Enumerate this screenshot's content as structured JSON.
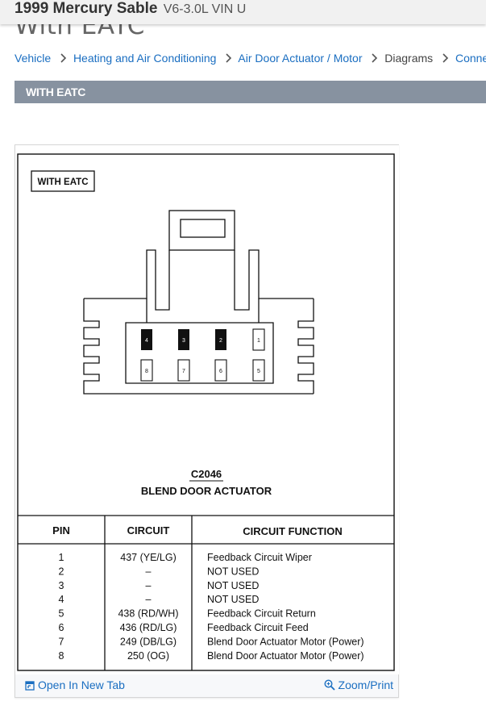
{
  "header": {
    "vehicle": "1999 Mercury Sable",
    "engine": "V6-3.0L VIN U"
  },
  "page_title": "With EATC",
  "breadcrumb": [
    {
      "label": "Vehicle",
      "link": true
    },
    {
      "label": "Heating and Air Conditioning",
      "link": true
    },
    {
      "label": "Air Door Actuator / Motor",
      "link": true
    },
    {
      "label": "Diagrams",
      "link": false
    },
    {
      "label": "Connector",
      "link": true
    }
  ],
  "section_title": "WITH EATC",
  "diagram": {
    "box_label": "WITH EATC",
    "connector_id": "C2046",
    "connector_name": "BLEND DOOR ACTUATOR",
    "top_pins": [
      "4",
      "3",
      "2",
      "1"
    ],
    "bottom_pins": [
      "8",
      "7",
      "6",
      "5"
    ],
    "table": {
      "headers": [
        "PIN",
        "CIRCUIT",
        "CIRCUIT FUNCTION"
      ],
      "rows": [
        {
          "pin": "1",
          "circuit": "437 (YE/LG)",
          "function": "Feedback Circuit Wiper"
        },
        {
          "pin": "2",
          "circuit": "–",
          "function": "NOT USED"
        },
        {
          "pin": "3",
          "circuit": "–",
          "function": "NOT USED"
        },
        {
          "pin": "4",
          "circuit": "–",
          "function": "NOT USED"
        },
        {
          "pin": "5",
          "circuit": "438 (RD/WH)",
          "function": "Feedback Circuit Return"
        },
        {
          "pin": "6",
          "circuit": "436 (RD/LG)",
          "function": "Feedback Circuit Feed"
        },
        {
          "pin": "7",
          "circuit": "249 (DB/LG)",
          "function": "Blend Door Actuator Motor (Power)"
        },
        {
          "pin": "8",
          "circuit": "250 (OG)",
          "function": "Blend Door Actuator Motor (Power)"
        }
      ]
    }
  },
  "footer": {
    "open_tab": "Open In New Tab",
    "zoom_print": "Zoom/Print"
  },
  "icons": {
    "separator": "chevron-right-icon",
    "open_tab": "open-tab-icon",
    "zoom": "zoom-icon"
  },
  "colors": {
    "link": "#1a6ec1",
    "section_bar": "#8792a0",
    "header_bg": "#f1f1f1"
  }
}
